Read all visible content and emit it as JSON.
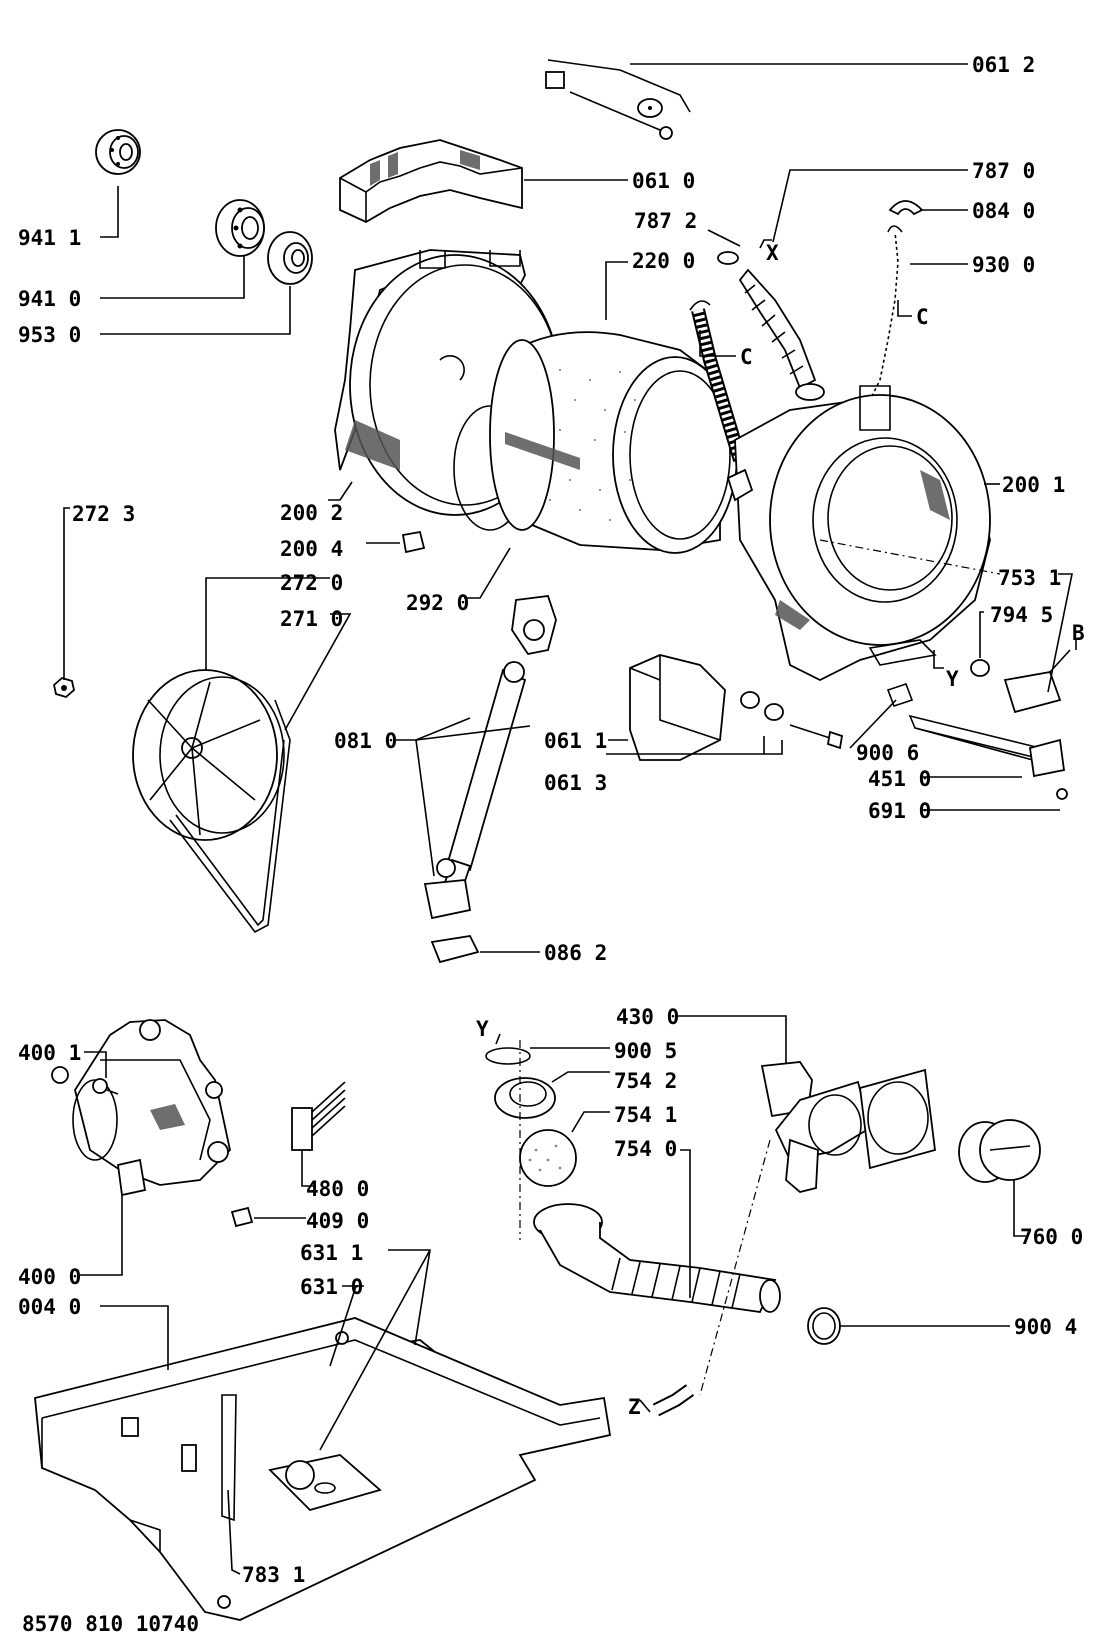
{
  "labels": {
    "l0612": "061 2",
    "l0610": "061 0",
    "l7870": "787 0",
    "l7872": "787 2",
    "lX": "X",
    "l0840": "084 0",
    "l9411": "941 1",
    "l2200": "220 0",
    "l9300": "930 0",
    "l9410": "941 0",
    "l9530": "953 0",
    "lC1": "C",
    "lC2": "C",
    "l2001": "200 1",
    "l2002": "200 2",
    "l2723": "272 3",
    "l2004": "200 4",
    "l2720": "272 0",
    "l2920": "292 0",
    "l7531": "753 1",
    "l7945": "794 5",
    "lB": "B",
    "l2710": "271 0",
    "lY1": "Y",
    "l0810": "081 0",
    "l0611": "061 1",
    "l9006": "900 6",
    "l4510": "451 0",
    "l0613": "061 3",
    "l6910": "691 0",
    "l0862": "086 2",
    "l4300": "430 0",
    "lY2": "Y",
    "l9005": "900 5",
    "l4001": "400 1",
    "l7542": "754 2",
    "l7541": "754 1",
    "l7540": "754 0",
    "l4800": "480 0",
    "l4090": "409 0",
    "l6311": "631 1",
    "l6310": "631 0",
    "l4000": "400 0",
    "l7600": "760 0",
    "l0040": "004 0",
    "l9004": "900 4",
    "lZ": "Z",
    "l7831": "783 1"
  },
  "doc_code": "8570 810 10740"
}
